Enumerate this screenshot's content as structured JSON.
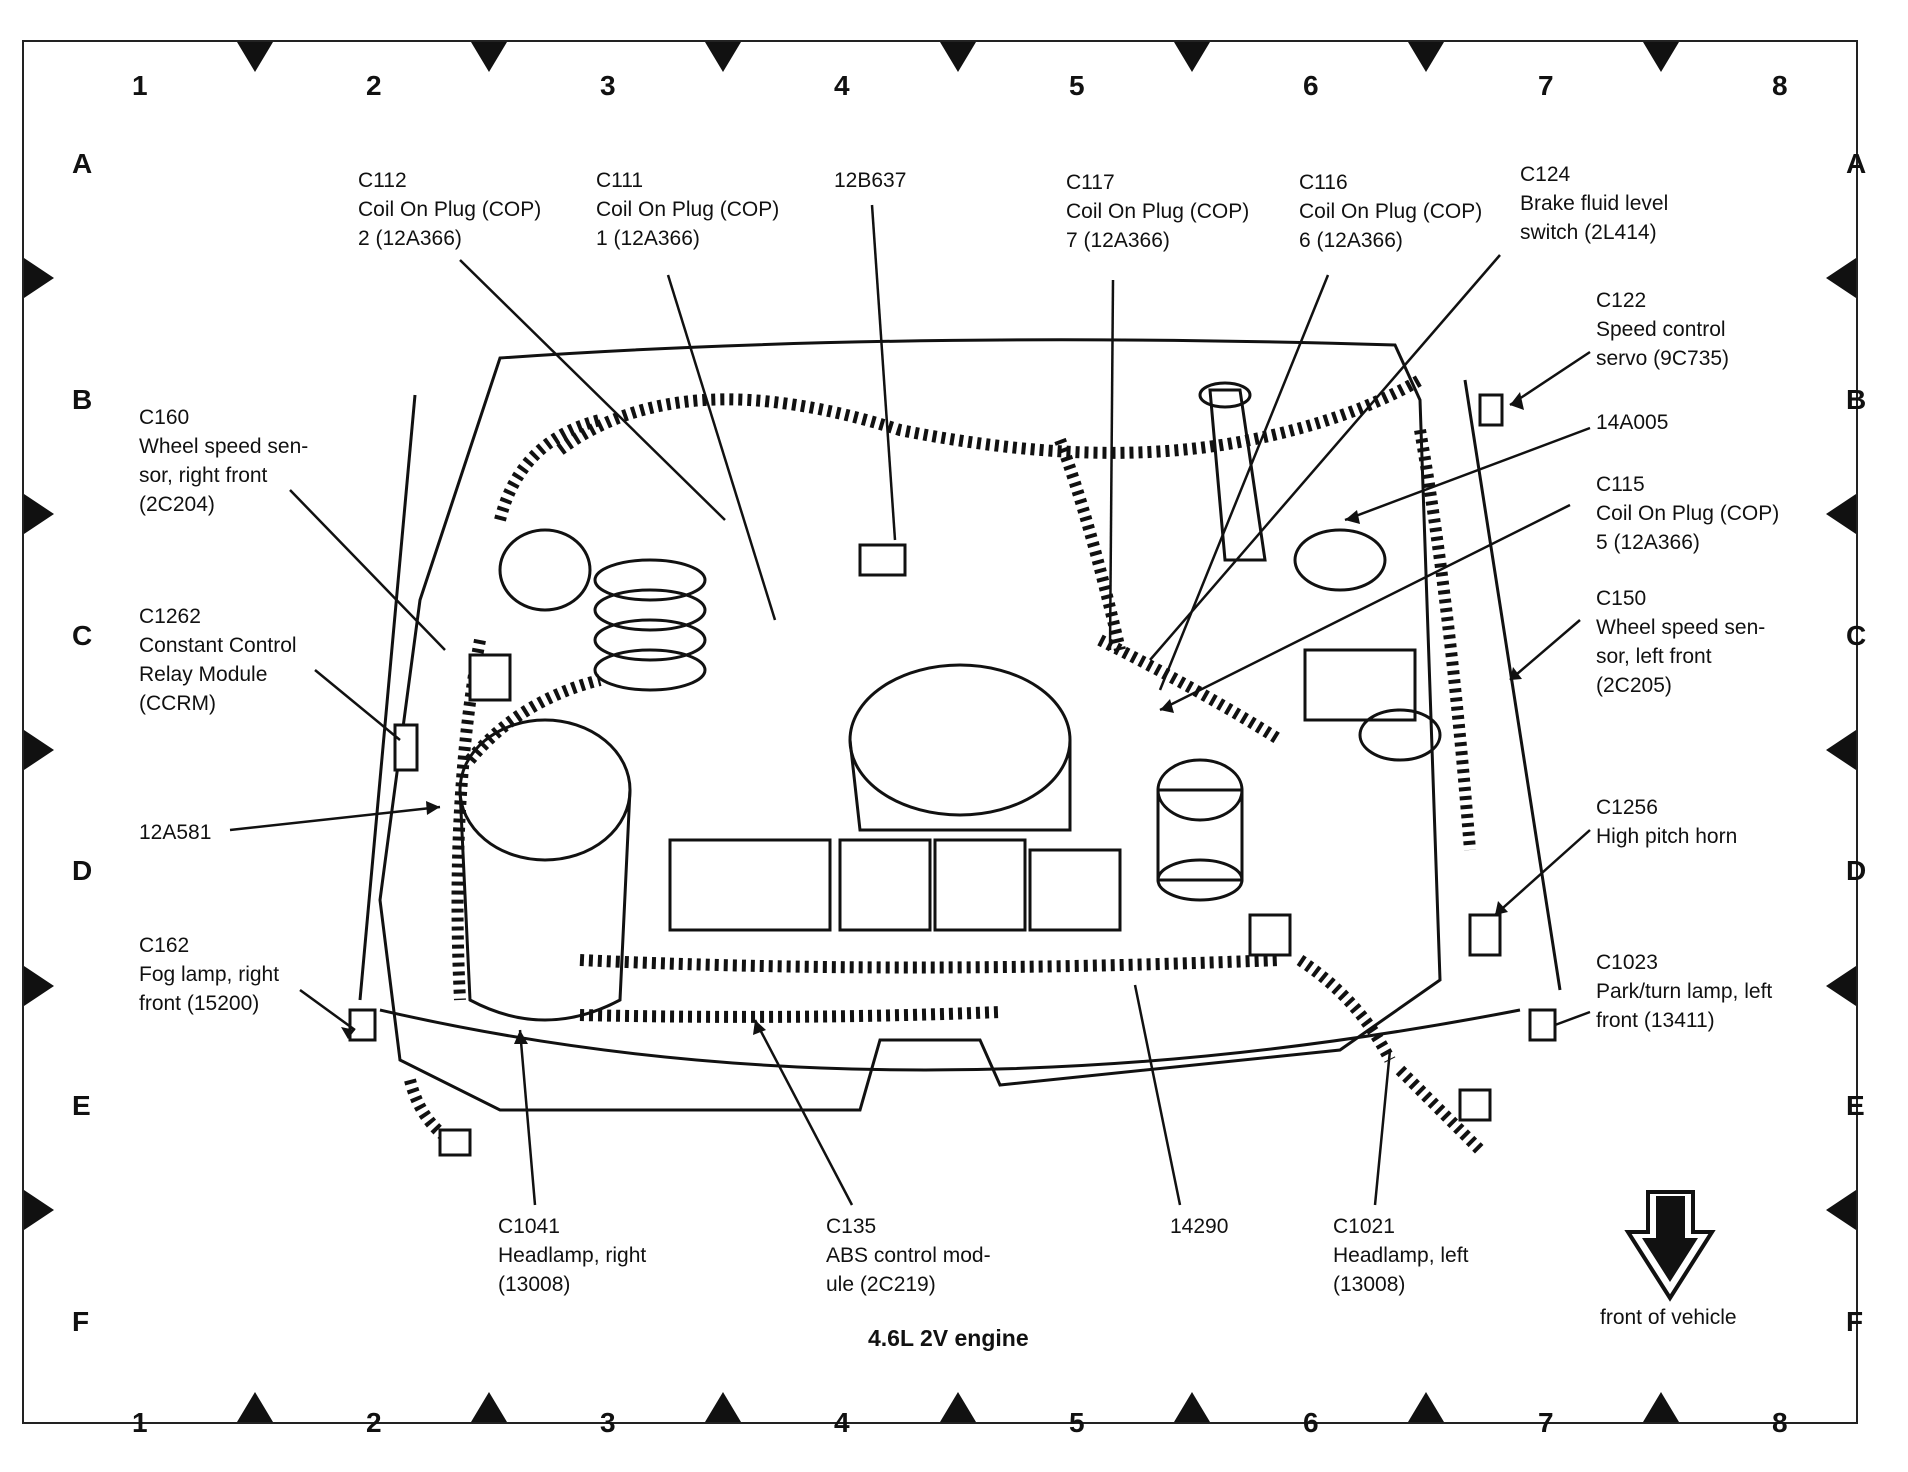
{
  "caption": "4.6L 2V engine",
  "front_label": "front of vehicle",
  "grid": {
    "columns": [
      "1",
      "2",
      "3",
      "4",
      "5",
      "6",
      "7",
      "8"
    ],
    "rows": [
      "A",
      "B",
      "C",
      "D",
      "E",
      "F"
    ]
  },
  "callouts": [
    {
      "id": "c112",
      "lines": [
        "C112",
        "Coil On Plug (COP)",
        "2 (12A366)"
      ]
    },
    {
      "id": "c111",
      "lines": [
        "C111",
        "Coil On Plug (COP)",
        "1 (12A366)"
      ]
    },
    {
      "id": "12b637",
      "lines": [
        "12B637"
      ]
    },
    {
      "id": "c117",
      "lines": [
        "C117",
        "Coil On Plug (COP)",
        "7 (12A366)"
      ]
    },
    {
      "id": "c116",
      "lines": [
        "C116",
        "Coil On Plug (COP)",
        "6 (12A366)"
      ]
    },
    {
      "id": "c124",
      "lines": [
        "C124",
        "Brake fluid level",
        "switch (2L414)"
      ]
    },
    {
      "id": "c122",
      "lines": [
        "C122",
        "Speed control",
        "servo (9C735)"
      ]
    },
    {
      "id": "14a005",
      "lines": [
        "14A005"
      ]
    },
    {
      "id": "c115",
      "lines": [
        "C115",
        "Coil On Plug (COP)",
        "5 (12A366)"
      ]
    },
    {
      "id": "c150",
      "lines": [
        "C150",
        "Wheel speed sen-",
        "sor, left front",
        "(2C205)"
      ]
    },
    {
      "id": "c1256",
      "lines": [
        "C1256",
        "High pitch horn"
      ]
    },
    {
      "id": "c1023",
      "lines": [
        "C1023",
        "Park/turn lamp, left",
        "front (13411)"
      ]
    },
    {
      "id": "c160",
      "lines": [
        "C160",
        "Wheel speed sen-",
        "sor, right front",
        "(2C204)"
      ]
    },
    {
      "id": "c1262",
      "lines": [
        "C1262",
        "Constant Control",
        "Relay Module",
        "(CCRM)"
      ]
    },
    {
      "id": "12a581",
      "lines": [
        "12A581"
      ]
    },
    {
      "id": "c162",
      "lines": [
        "C162",
        "Fog lamp, right",
        "front (15200)"
      ]
    },
    {
      "id": "c1041",
      "lines": [
        "C1041",
        "Headlamp, right",
        "(13008)"
      ]
    },
    {
      "id": "c135",
      "lines": [
        "C135",
        "ABS control mod-",
        "ule (2C219)"
      ]
    },
    {
      "id": "14290",
      "lines": [
        "14290"
      ]
    },
    {
      "id": "c1021",
      "lines": [
        "C1021",
        "Headlamp, left",
        "(13008)"
      ]
    }
  ]
}
